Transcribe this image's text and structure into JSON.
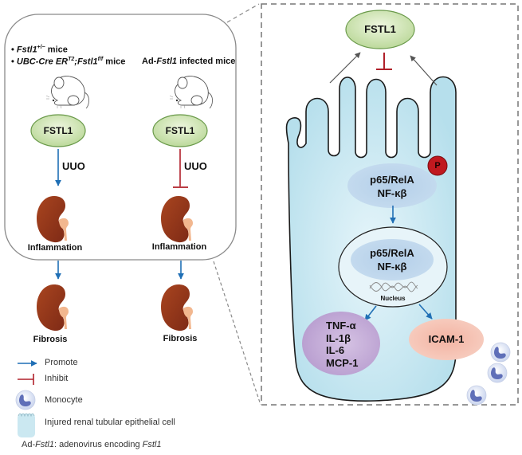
{
  "left_panel": {
    "group_a": {
      "bullets": [
        {
          "prefix": "• ",
          "gene": "Fstl1",
          "sup": "+/−",
          "suffix": " mice"
        },
        {
          "prefix": "• ",
          "gene": "UBC-Cre ER",
          "sup": "T2",
          "gene2": ";Fstl1",
          "sup2": "f/f",
          "suffix": " mice"
        }
      ],
      "node": "FSTL1",
      "edge_label": "UUO",
      "edge_type": "promote",
      "outcome1": "Inflammation",
      "outcome2": "Fibrosis"
    },
    "group_b": {
      "title_prefix": "Ad-",
      "title_gene": "Fstl1",
      "title_suffix": " infected mice",
      "node": "FSTL1",
      "edge_label": "UUO",
      "edge_type": "inhibit",
      "outcome1": "Inflammation",
      "outcome2": "Fibrosis"
    }
  },
  "right_panel": {
    "top_node": "FSTL1",
    "phospho_badge": "P",
    "cytoplasm_complex": {
      "line1": "p65/RelA",
      "line2": "NF-κβ"
    },
    "nuclear_complex": {
      "line1": "p65/RelA",
      "line2": "NF-κβ"
    },
    "nucleus_label": "Nucleus",
    "cytokines": [
      "TNF-α",
      "IL-1β",
      "IL-6",
      "MCP-1"
    ],
    "adhesion": "ICAM-1",
    "monocyte_count": 3
  },
  "legend": {
    "items": [
      {
        "icon": "promote-arrow-icon",
        "label": "Promote"
      },
      {
        "icon": "inhibit-bar-icon",
        "label": "Inhibit"
      },
      {
        "icon": "monocyte-icon",
        "label": "Monocyte"
      },
      {
        "icon": "epithelial-cell-icon",
        "label": "Injured renal tubular epithelial cell"
      }
    ],
    "footnote": {
      "prefix": "Ad-",
      "gene": "Fstl1",
      "middle": ": adenovirus encoding ",
      "gene2": "Fstl1"
    }
  },
  "colors": {
    "promote": "#1f6fb5",
    "inhibit": "#b0202a",
    "fstl1_fill": "#d4e8b8",
    "fstl1_stroke": "#6a9a4a",
    "cell_fill": "#bfe3ee",
    "kidney": "#9e3a1e",
    "cytokine_fill": "#c7b1d8",
    "icam_fill": "#f0a898",
    "nfkb_fill": "#a8c8e6",
    "phospho": "#c0191f"
  }
}
